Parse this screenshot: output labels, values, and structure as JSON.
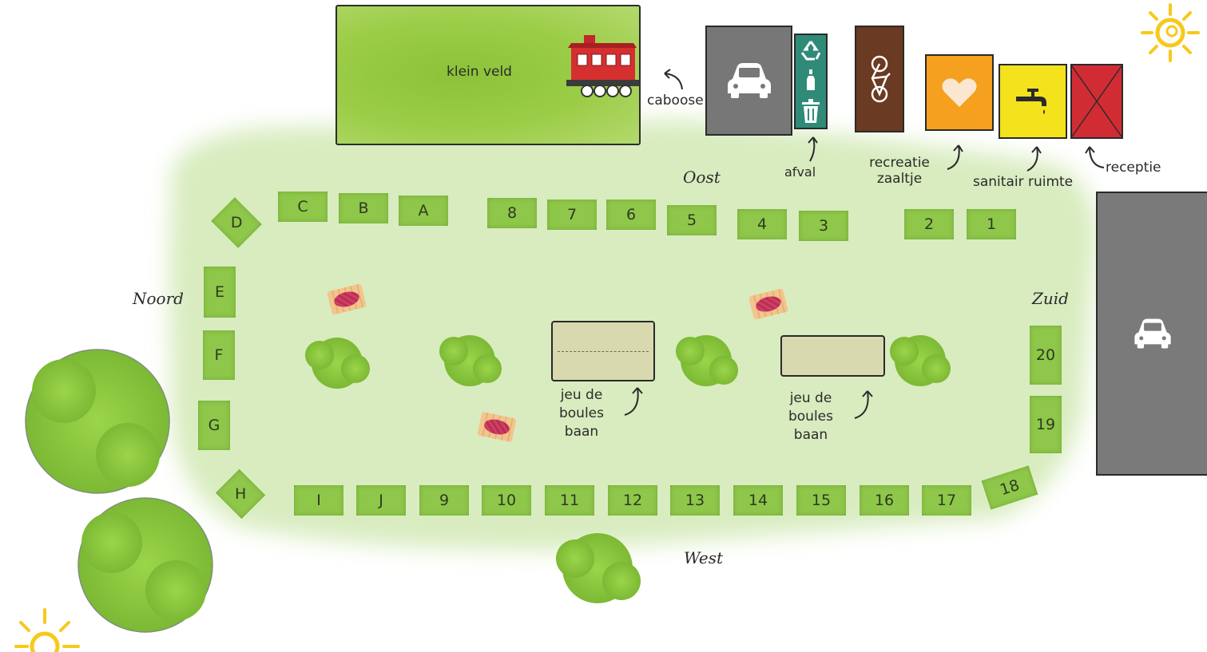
{
  "colors": {
    "grass": "#d8ecbf",
    "plot": "#8fc74a",
    "field": "#9ccd48",
    "parking": "#777777",
    "waste": "#2f8a78",
    "bike": "#6b3a22",
    "recreation": "#f5a01e",
    "sanitary": "#f4e21c",
    "reception": "#d12c34",
    "tree": "#8fcc3d",
    "sun": "#f7c91a"
  },
  "field": {
    "label": "klein veld"
  },
  "facilities": {
    "caboose": "caboose",
    "afval": "afval",
    "recreatie_line1": "recreatie",
    "recreatie_line2": "zaaltje",
    "sanitair": "sanitair ruimte",
    "receptie": "receptie"
  },
  "directions": {
    "oost": "Oost",
    "noord": "Noord",
    "zuid": "Zuid",
    "west": "West"
  },
  "boules": {
    "line1": "jeu de",
    "line2": "boules",
    "line3": "baan"
  },
  "plots": {
    "top": [
      "C",
      "B",
      "A",
      "8",
      "7",
      "6",
      "5",
      "4",
      "3",
      "2",
      "1"
    ],
    "left": [
      "D",
      "E",
      "F",
      "G",
      "H"
    ],
    "bottom": [
      "I",
      "J",
      "9",
      "10",
      "11",
      "12",
      "13",
      "14",
      "15",
      "16",
      "17",
      "18"
    ],
    "right": [
      "20",
      "19"
    ]
  },
  "icons": [
    "car-icon",
    "recycle-icon",
    "bottle-icon",
    "trash-can-icon",
    "bicycle-icon",
    "heart-icon",
    "faucet-icon",
    "cross-icon",
    "sun-icon",
    "caboose-icon",
    "tree-icon",
    "picnic-table-icon"
  ]
}
